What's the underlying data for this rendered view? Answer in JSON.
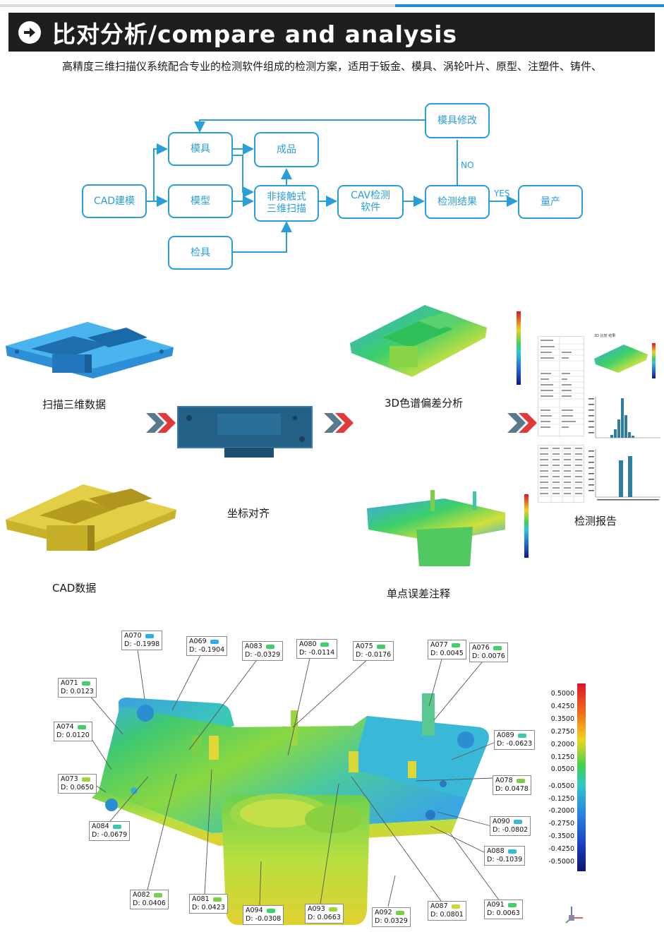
{
  "header": {
    "title": "比对分析/compare and analysis",
    "intro": "高精度三维扫描仪系统配合专业的检测软件组成的检测方案，适用于钣金、模具、涡轮叶片、原型、注塑件、铸件、"
  },
  "flowchart": {
    "nodes": {
      "cad": "CAD建模",
      "mold": "模具",
      "model": "模型",
      "fixture": "检具",
      "product": "成品",
      "scan_line1": "非接触式",
      "scan_line2": "三维扫描",
      "cav_line1": "CAV检测",
      "cav_line2": "软件",
      "result": "检测结果",
      "repair": "模具修改",
      "mass": "量产"
    },
    "labels": {
      "no": "NO",
      "yes": "YES"
    }
  },
  "process": {
    "scan_data": "扫描三维数据",
    "cad_data": "CAD数据",
    "align": "坐标对齐",
    "color_map": "3D色谱偏差分析",
    "point_annot": "单点误差注释",
    "report": "检测报告"
  },
  "report_thumb": {
    "title": "3D 比较 结果"
  },
  "big_scale": {
    "ticks": [
      "0.5000",
      "0.4250",
      "0.3500",
      "0.2750",
      "0.2000",
      "0.1250",
      "0.0500",
      "-0.0500",
      "-0.1250",
      "-0.2000",
      "-0.2750",
      "-0.3500",
      "-0.4250",
      "-0.5000"
    ]
  },
  "callouts": [
    {
      "id": "A070",
      "d": "D: -0.1998",
      "color": "#2ab0e8"
    },
    {
      "id": "A069",
      "d": "D: -0.1904",
      "color": "#2ab0e8"
    },
    {
      "id": "A083",
      "d": "D: -0.0329",
      "color": "#3fd06a"
    },
    {
      "id": "A080",
      "d": "D: -0.0114",
      "color": "#3fd06a"
    },
    {
      "id": "A075",
      "d": "D: -0.0176",
      "color": "#3fd06a"
    },
    {
      "id": "A077",
      "d": "D: 0.0045",
      "color": "#3fd06a"
    },
    {
      "id": "A076",
      "d": "D: 0.0076",
      "color": "#3fd06a"
    },
    {
      "id": "A071",
      "d": "D: 0.0123",
      "color": "#3fd06a"
    },
    {
      "id": "A074",
      "d": "D: 0.0120",
      "color": "#3fd06a"
    },
    {
      "id": "A089",
      "d": "D: -0.0623",
      "color": "#38c9b0"
    },
    {
      "id": "A073",
      "d": "D: 0.0650",
      "color": "#9ad63a"
    },
    {
      "id": "A078",
      "d": "D: 0.0478",
      "color": "#7ad040"
    },
    {
      "id": "A084",
      "d": "D: -0.0679",
      "color": "#38c9b0"
    },
    {
      "id": "A090",
      "d": "D: -0.0802",
      "color": "#38b9d8"
    },
    {
      "id": "A088",
      "d": "D: -0.1039",
      "color": "#38b9d8"
    },
    {
      "id": "A082",
      "d": "D: 0.0406",
      "color": "#7ad040"
    },
    {
      "id": "A081",
      "d": "D: 0.0423",
      "color": "#7ad040"
    },
    {
      "id": "A094",
      "d": "D: -0.0308",
      "color": "#3fd06a"
    },
    {
      "id": "A093",
      "d": "D: 0.0663",
      "color": "#9ad63a"
    },
    {
      "id": "A092",
      "d": "D: 0.0329",
      "color": "#7ad040"
    },
    {
      "id": "A087",
      "d": "D: 0.0801",
      "color": "#c8d83a"
    },
    {
      "id": "A091",
      "d": "D: 0.0063",
      "color": "#3fd06a"
    }
  ],
  "palette": {
    "accent": "#2a9ed8",
    "banner": "#1e1e1e",
    "chevron_red": "#e23a3a",
    "chevron_grey": "#5a7a8c",
    "part_blue": "#1f7fc8",
    "part_yellow": "#d8c431"
  }
}
